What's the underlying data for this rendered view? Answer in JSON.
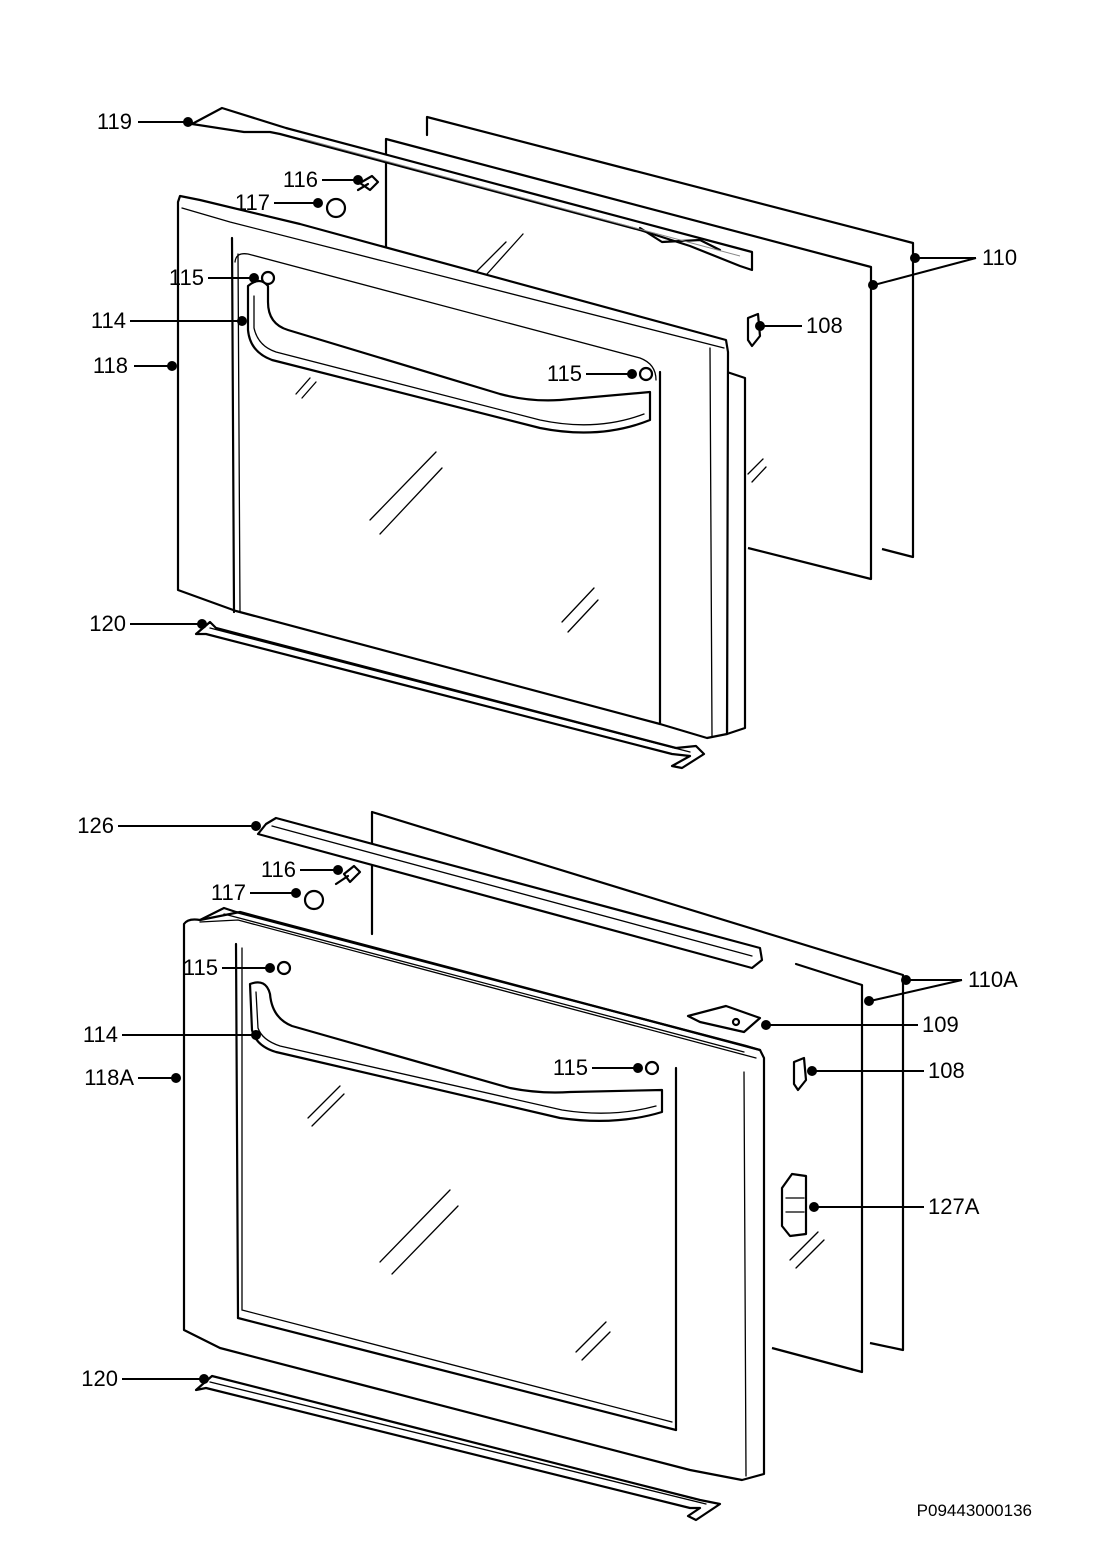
{
  "diagram": {
    "code": "P09443000136",
    "top_assembly": {
      "labels": [
        "119",
        "116",
        "117",
        "115",
        "114",
        "118",
        "115",
        "120",
        "110",
        "108"
      ]
    },
    "bottom_assembly": {
      "labels": [
        "126",
        "116",
        "117",
        "115",
        "114",
        "118A",
        "115",
        "120",
        "110A",
        "109",
        "108",
        "127A"
      ]
    }
  }
}
